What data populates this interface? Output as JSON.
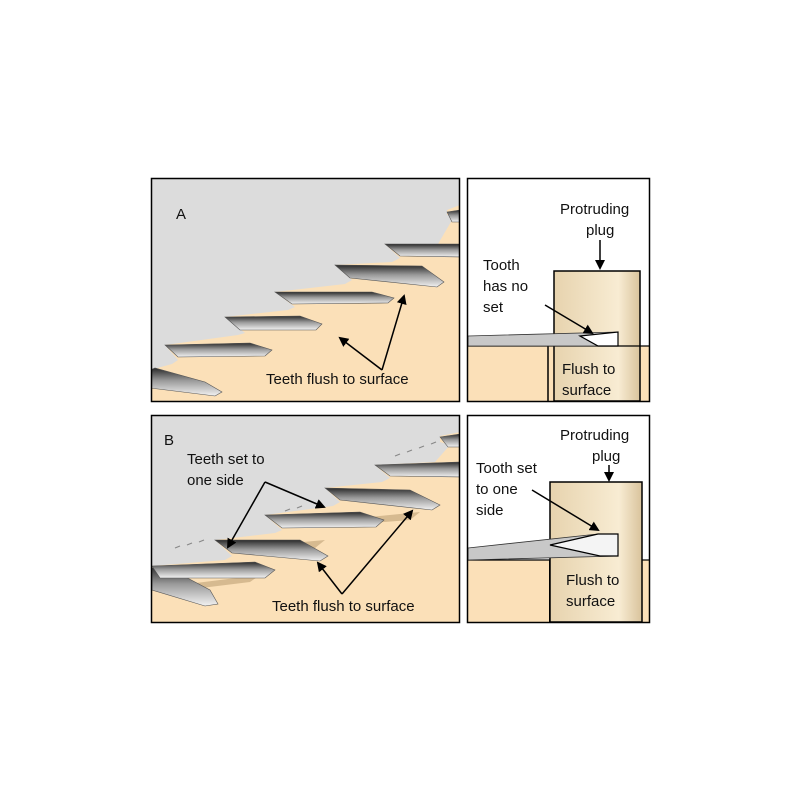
{
  "colors": {
    "wood": "#fbe0b8",
    "plug": "#efdcb8",
    "sky": "#dcdcdc",
    "frame": "#000000"
  },
  "panels": {
    "a_left": {
      "letter": "A",
      "label": "Teeth flush to surface"
    },
    "a_right": {
      "top_label_1": "Protruding",
      "top_label_2": "plug",
      "tooth_label_1": "Tooth",
      "tooth_label_2": "has no",
      "tooth_label_3": "set",
      "bottom_label_1": "Flush to",
      "bottom_label_2": "surface"
    },
    "b_left": {
      "letter": "B",
      "set_label_1": "Teeth set to",
      "set_label_2": "one side",
      "label": "Teeth flush to surface"
    },
    "b_right": {
      "top_label_1": "Protruding",
      "top_label_2": "plug",
      "tooth_label_1": "Tooth set",
      "tooth_label_2": "to one",
      "tooth_label_3": "side",
      "bottom_label_1": "Flush to",
      "bottom_label_2": "surface"
    }
  }
}
